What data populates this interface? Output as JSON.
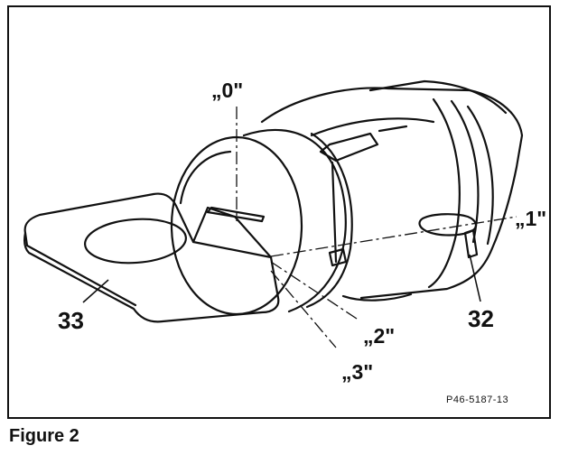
{
  "figure": {
    "caption": "Figure 2",
    "reference_code": "P46-5187-13",
    "part_labels": {
      "key": "33",
      "lock_part": "32"
    },
    "position_labels": {
      "pos0": "„0\"",
      "pos1": "„1\"",
      "pos2": "„2\"",
      "pos3": "„3\""
    }
  }
}
